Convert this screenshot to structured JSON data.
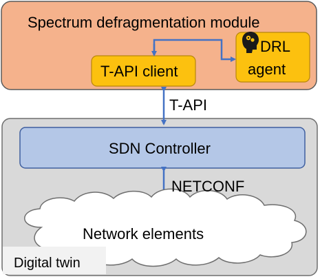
{
  "module": {
    "title": "Spectrum defragmentation module"
  },
  "tapi_client": {
    "label": "T-API client"
  },
  "drl_agent": {
    "label_line1": "DRL",
    "label_line2": "agent",
    "icon": "brain-head-icon"
  },
  "links": {
    "tapi": "T-API",
    "netconf": "NETCONF"
  },
  "sdn_controller": {
    "label": "SDN Controller"
  },
  "network_elements": {
    "label": "Network elements"
  },
  "digital_twin": {
    "label": "Digital twin"
  },
  "colors": {
    "module_fill": "#f5b28c",
    "module_stroke": "#5a5a5a",
    "box_fill": "#fcc10f",
    "box_stroke": "#b8860b",
    "twin_fill": "#d9d9d9",
    "twin_stroke": "#6e6e6e",
    "sdn_fill": "#b4c7e7",
    "sdn_stroke": "#3f5f9f",
    "arrow": "#4472c4"
  }
}
